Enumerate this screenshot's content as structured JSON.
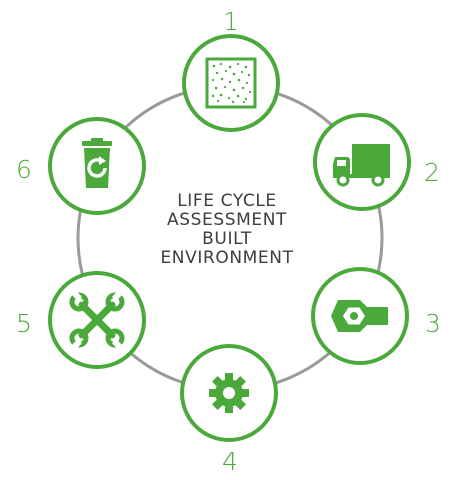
{
  "colors": {
    "accent": "#4aa93a",
    "ring": "#9a9a9a",
    "text": "#3d3d3d",
    "node_fill": "#ffffff"
  },
  "center": {
    "lines": [
      "LIFE CYCLE",
      "ASSESSMENT",
      "BUILT",
      "ENVIRONMENT"
    ]
  },
  "stages": [
    {
      "number": "1",
      "icon": "material-texture-icon"
    },
    {
      "number": "2",
      "icon": "truck-icon"
    },
    {
      "number": "3",
      "icon": "wrench-bolt-icon"
    },
    {
      "number": "4",
      "icon": "gear-icon"
    },
    {
      "number": "5",
      "icon": "crossed-wrenches-icon"
    },
    {
      "number": "6",
      "icon": "recycle-bin-icon"
    }
  ]
}
